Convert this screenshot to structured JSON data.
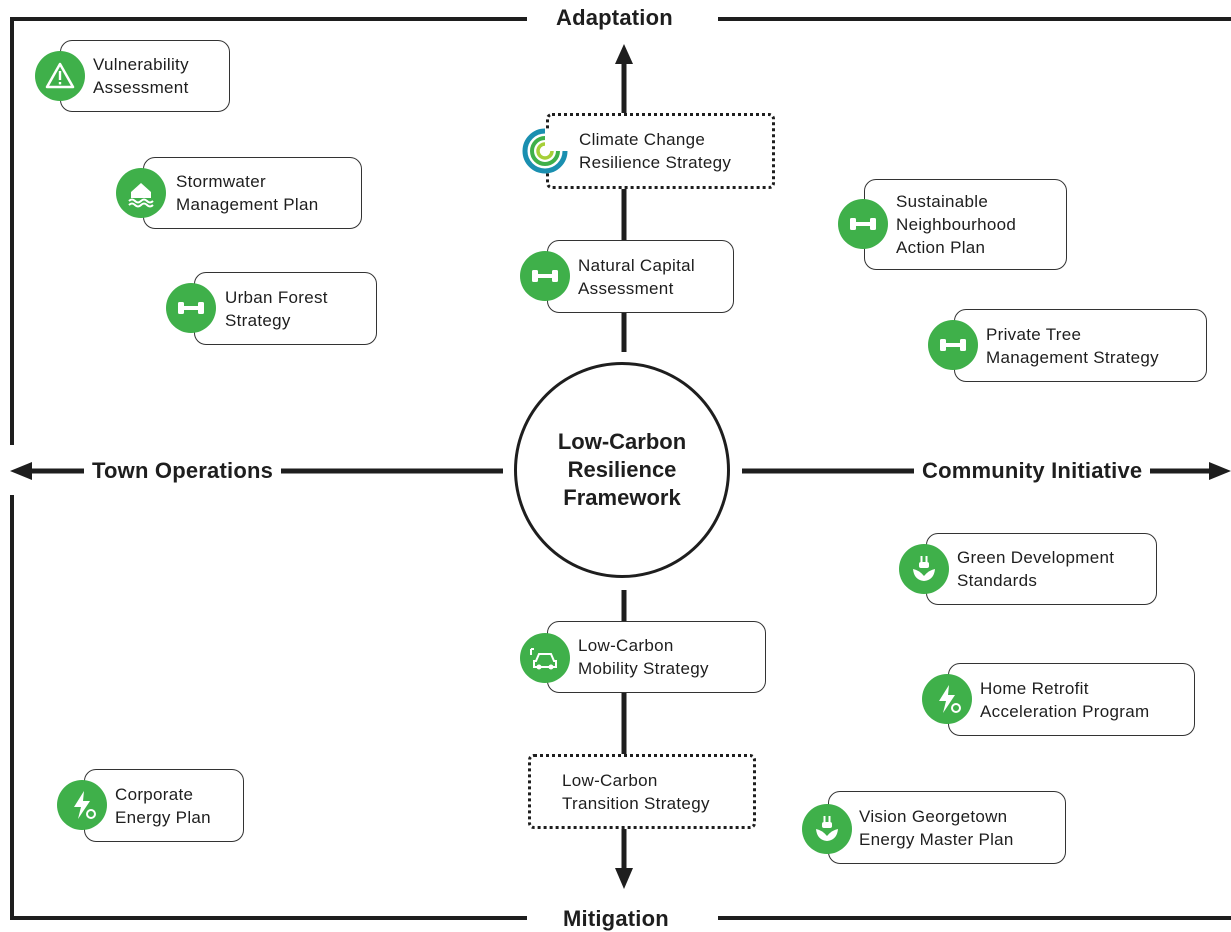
{
  "colors": {
    "accent": "#3fb04a",
    "line": "#1e1e1e"
  },
  "center": {
    "line1": "Low-Carbon",
    "line2": "Resilience",
    "line3": "Framework"
  },
  "axes": {
    "top": "Adaptation",
    "bottom": "Mitigation",
    "left": "Town Operations",
    "right": "Community Initiative"
  },
  "nodes": [
    {
      "id": "vulnerability",
      "line1": "Vulnerability",
      "line2": "Assessment",
      "icon": "warning-icon"
    },
    {
      "id": "stormwater",
      "line1": "Stormwater",
      "line2": "Management Plan",
      "icon": "flood-house-icon"
    },
    {
      "id": "urban-forest",
      "line1": "Urban Forest",
      "line2": "Strategy",
      "icon": "dumbbell-icon"
    },
    {
      "id": "climate-change",
      "line1": "Climate Change",
      "line2": "Resilience Strategy",
      "icon": "spiral-logo-icon"
    },
    {
      "id": "natural-capital",
      "line1": "Natural Capital",
      "line2": "Assessment",
      "icon": "dumbbell-icon"
    },
    {
      "id": "sustainable-neighbourhood",
      "line1": "Sustainable",
      "line2": "Neighbourhood",
      "line3": "Action Plan",
      "icon": "dumbbell-icon"
    },
    {
      "id": "private-tree",
      "line1": "Private Tree",
      "line2": "Management Strategy",
      "icon": "dumbbell-icon"
    },
    {
      "id": "green-development",
      "line1": "Green Development",
      "line2": "Standards",
      "icon": "plug-leaf-icon"
    },
    {
      "id": "home-retrofit",
      "line1": "Home Retrofit",
      "line2": "Acceleration Program",
      "icon": "lightning-gear-icon"
    },
    {
      "id": "vision-georgetown",
      "line1": "Vision Georgetown",
      "line2": "Energy Master Plan",
      "icon": "plug-leaf-icon"
    },
    {
      "id": "low-carbon-mobility",
      "line1": "Low-Carbon",
      "line2": "Mobility Strategy",
      "icon": "electric-car-icon"
    },
    {
      "id": "low-carbon-transition",
      "line1": "Low-Carbon",
      "line2": "Transition Strategy",
      "icon": ""
    },
    {
      "id": "corporate-energy",
      "line1": "Corporate",
      "line2": "Energy Plan",
      "icon": "lightning-gear-icon"
    }
  ]
}
